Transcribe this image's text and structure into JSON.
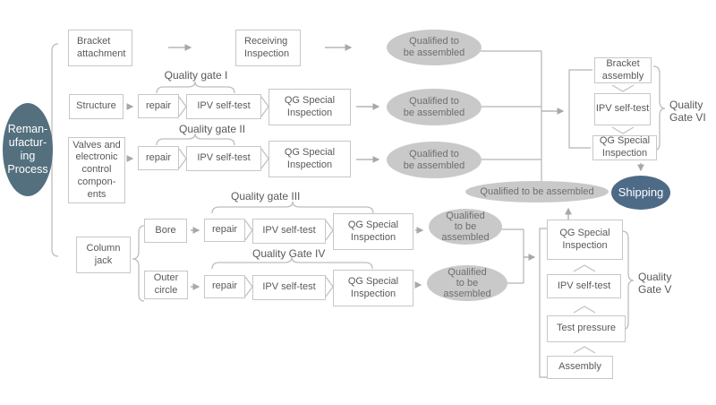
{
  "colors": {
    "process_ellipse": "#54707f",
    "shipping_ellipse": "#4d6b87",
    "qualified_ellipse": "#c9c9c9",
    "box_border": "#c7c7c7",
    "text": "#595959",
    "connector": "#b3b3b3"
  },
  "nodes": {
    "process": "Reman-\nufactur-\ning\nProcess",
    "bracket_attachment": "Bracket\nattachment",
    "receiving_inspection": "Receiving\nInspection",
    "structure": "Structure",
    "valves": "Valves and\nelectronic\ncontrol\ncompon-\nents",
    "column_jack": "Column\njack",
    "bore": "Bore",
    "outer_circle": "Outer\ncircle",
    "repair": "repair",
    "ipv_self_test": "IPV self-test",
    "qg_special_inspection": "QG Special\nInspection",
    "bracket_assembly": "Bracket\nassembly",
    "test_pressure": "Test pressure",
    "assembly": "Assembly",
    "qualified": "Qualified to\nbe assembled",
    "qualified_small": "Qualified\nto be\nassembled",
    "qualified_wide": "Qualified to be assembled",
    "shipping": "Shipping"
  },
  "labels": {
    "gate_1": "Quality gate I",
    "gate_2": "Quality gate II",
    "gate_3": "Quality gate III",
    "gate_4": "Quality Gate IV",
    "gate_5": "Quality\nGate V",
    "gate_6": "Quality\nGate VI"
  }
}
